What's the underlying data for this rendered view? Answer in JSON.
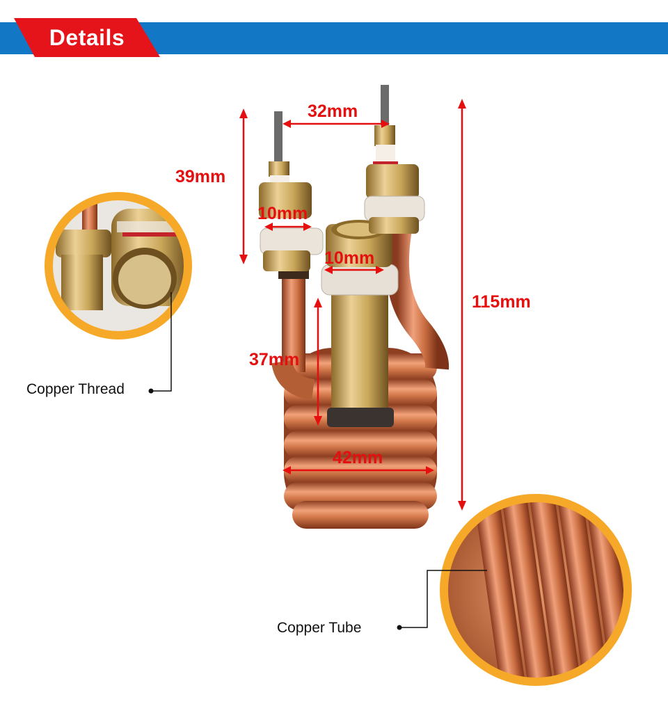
{
  "header": {
    "title": "Details"
  },
  "dimensions": {
    "top_spacing": "32mm",
    "terminal_height": "39mm",
    "thread_left": "10mm",
    "thread_center": "10mm",
    "tube_height": "37mm",
    "coil_width": "42mm",
    "total_height": "115mm"
  },
  "callouts": {
    "copper_thread": "Copper Thread",
    "copper_tube": "Copper Tube"
  },
  "colors": {
    "banner": "#1278c6",
    "tag": "#e5141b",
    "dimension": "#e60f0f",
    "ring": "#f6a928",
    "copper": "#c8724a",
    "brass": "#c9a75a"
  }
}
